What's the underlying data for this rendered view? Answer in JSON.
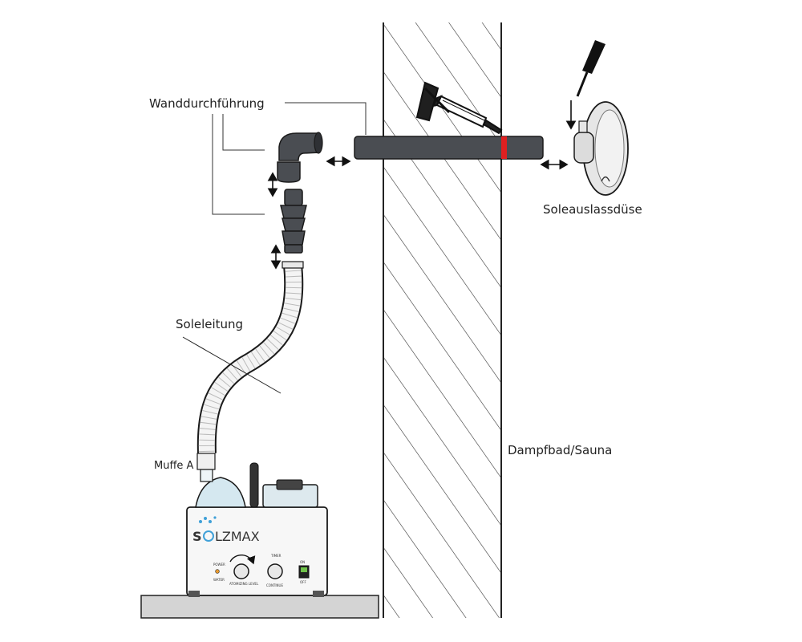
{
  "labels": {
    "wall_feedthrough": "Wanddurchführung",
    "brine_outlet_nozzle": "Soleauslassdüse",
    "brine_line": "Soleleitung",
    "sleeve_a": "Muffe A",
    "steam_room": "Dampfbad/Sauna"
  },
  "device": {
    "brand_prefix": "S",
    "brand_suffix": "LZMAX",
    "power_label": "POWER",
    "water_label": "WATER",
    "atomizing_label": "ATOMIZING LEVEL",
    "timer_label": "TIMER",
    "continue_label": "CONTINUE",
    "on_label": "ON",
    "off_label": "OFF"
  },
  "colors": {
    "pipe": "#4a4d52",
    "sealant_ring": "#e02020",
    "outline": "#1a1a1a",
    "device_body": "#f7f7f7",
    "nozzle": "#e6e6e6",
    "brand_blue": "#3fa0d8"
  },
  "icons": {
    "arrows": "double-arrow",
    "sealant_gun": "caulking-gun-icon",
    "screwdriver": "screwdriver-icon"
  }
}
